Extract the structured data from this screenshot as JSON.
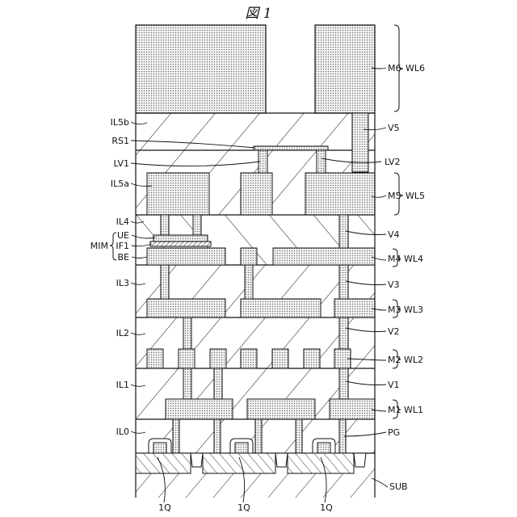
{
  "figure": {
    "title": "図 1",
    "labels": {
      "m6": "M6",
      "wl6": "WL6",
      "il5b": "IL5b",
      "v5": "V5",
      "rs1": "RS1",
      "lv1": "LV1",
      "lv2": "LV2",
      "il5a": "IL5a",
      "m5": "M5",
      "wl5": "WL5",
      "il4": "IL4",
      "v4": "V4",
      "mim": "MIM",
      "ue": "UE",
      "if1": "IF1",
      "be": "BE",
      "m4": "M4",
      "wl4": "WL4",
      "il3": "IL3",
      "v3": "V3",
      "m3": "M3",
      "wl3": "WL3",
      "il2": "IL2",
      "v2": "V2",
      "m2": "M2",
      "wl2": "WL2",
      "il1": "IL1",
      "v1": "V1",
      "m1": "M1",
      "wl1": "WL1",
      "il0": "IL0",
      "pg": "PG",
      "sub": "SUB",
      "q1": "1Q",
      "q2": "1Q",
      "q3": "1Q"
    }
  }
}
